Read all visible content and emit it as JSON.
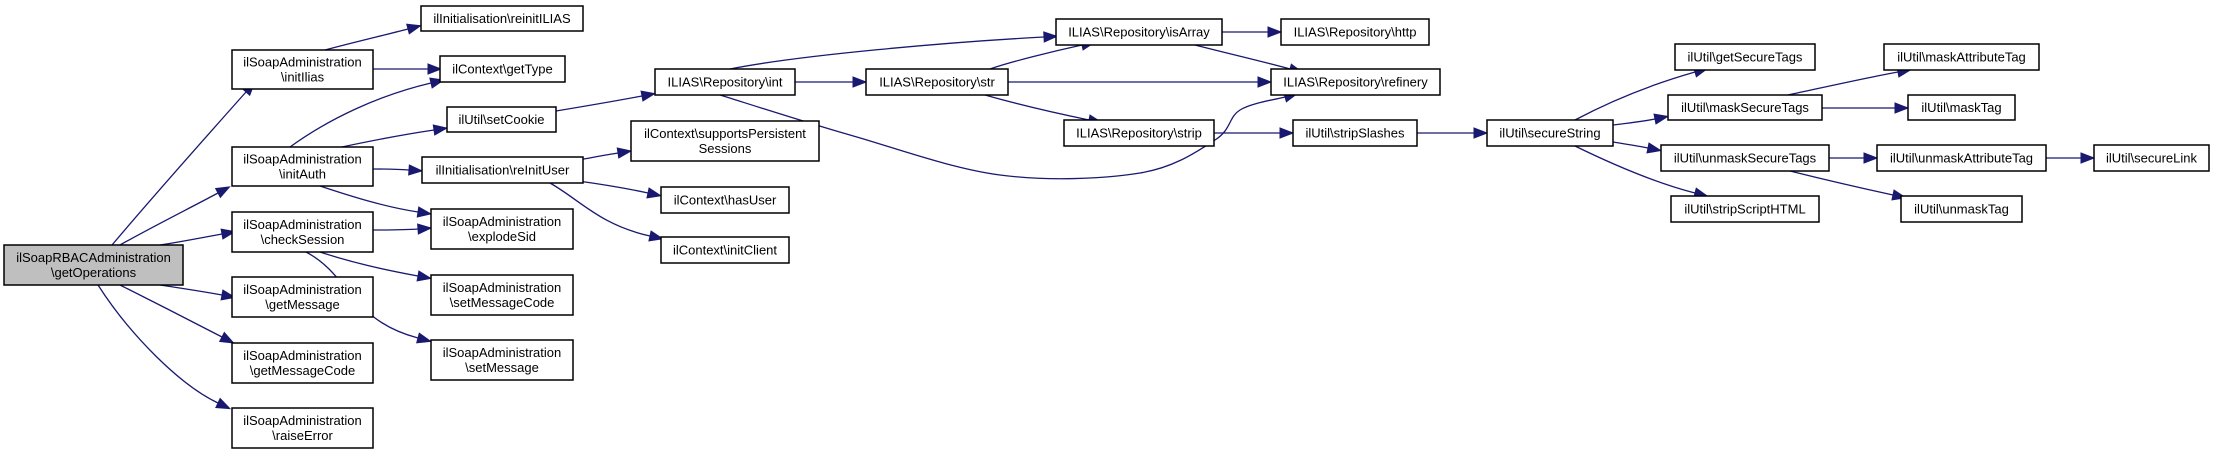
{
  "diagram": {
    "title": "ilSoapRBACAdministration\\getOperations call graph",
    "colors": {
      "edge": "#191970",
      "node_border": "#000000",
      "node_fill": "#ffffff",
      "root_fill": "#bfbfbf"
    },
    "nodes": [
      {
        "id": "root",
        "lines": [
          "ilSoapRBACAdministration",
          "\\getOperations"
        ],
        "root": true
      },
      {
        "id": "initIlias",
        "lines": [
          "ilSoapAdministration",
          "\\initIlias"
        ]
      },
      {
        "id": "initAuth",
        "lines": [
          "ilSoapAdministration",
          "\\initAuth"
        ]
      },
      {
        "id": "checkSession",
        "lines": [
          "ilSoapAdministration",
          "\\checkSession"
        ]
      },
      {
        "id": "getMessage",
        "lines": [
          "ilSoapAdministration",
          "\\getMessage"
        ]
      },
      {
        "id": "getMessageCode",
        "lines": [
          "ilSoapAdministration",
          "\\getMessageCode"
        ]
      },
      {
        "id": "raiseError",
        "lines": [
          "ilSoapAdministration",
          "\\raiseError"
        ]
      },
      {
        "id": "reinitILIAS",
        "lines": [
          "ilInitialisation\\reinitILIAS"
        ]
      },
      {
        "id": "getType",
        "lines": [
          "ilContext\\getType"
        ]
      },
      {
        "id": "setCookie",
        "lines": [
          "ilUtil\\setCookie"
        ]
      },
      {
        "id": "reInitUser",
        "lines": [
          "ilInitialisation\\reInitUser"
        ]
      },
      {
        "id": "explodeSid",
        "lines": [
          "ilSoapAdministration",
          "\\explodeSid"
        ]
      },
      {
        "id": "setMessageCode",
        "lines": [
          "ilSoapAdministration",
          "\\setMessageCode"
        ]
      },
      {
        "id": "setMessage",
        "lines": [
          "ilSoapAdministration",
          "\\setMessage"
        ]
      },
      {
        "id": "int",
        "lines": [
          "ILIAS\\Repository\\int"
        ]
      },
      {
        "id": "supportsPersistentSessions",
        "lines": [
          "ilContext\\supportsPersistent",
          "Sessions"
        ]
      },
      {
        "id": "hasUser",
        "lines": [
          "ilContext\\hasUser"
        ]
      },
      {
        "id": "initClient",
        "lines": [
          "ilContext\\initClient"
        ]
      },
      {
        "id": "str",
        "lines": [
          "ILIAS\\Repository\\str"
        ]
      },
      {
        "id": "isArray",
        "lines": [
          "ILIAS\\Repository\\isArray"
        ]
      },
      {
        "id": "strip",
        "lines": [
          "ILIAS\\Repository\\strip"
        ]
      },
      {
        "id": "http",
        "lines": [
          "ILIAS\\Repository\\http"
        ]
      },
      {
        "id": "refinery",
        "lines": [
          "ILIAS\\Repository\\refinery"
        ]
      },
      {
        "id": "stripSlashes",
        "lines": [
          "ilUtil\\stripSlashes"
        ]
      },
      {
        "id": "secureString",
        "lines": [
          "ilUtil\\secureString"
        ]
      },
      {
        "id": "getSecureTags",
        "lines": [
          "ilUtil\\getSecureTags"
        ]
      },
      {
        "id": "maskSecureTags",
        "lines": [
          "ilUtil\\maskSecureTags"
        ]
      },
      {
        "id": "unmaskSecureTags",
        "lines": [
          "ilUtil\\unmaskSecureTags"
        ]
      },
      {
        "id": "stripScriptHTML",
        "lines": [
          "ilUtil\\stripScriptHTML"
        ]
      },
      {
        "id": "maskAttributeTag",
        "lines": [
          "ilUtil\\maskAttributeTag"
        ]
      },
      {
        "id": "maskTag",
        "lines": [
          "ilUtil\\maskTag"
        ]
      },
      {
        "id": "unmaskAttributeTag",
        "lines": [
          "ilUtil\\unmaskAttributeTag"
        ]
      },
      {
        "id": "secureLink",
        "lines": [
          "ilUtil\\secureLink"
        ]
      },
      {
        "id": "unmaskTag",
        "lines": [
          "ilUtil\\unmaskTag"
        ]
      }
    ],
    "edges": [
      {
        "from": "root",
        "to": "initIlias"
      },
      {
        "from": "root",
        "to": "initAuth"
      },
      {
        "from": "root",
        "to": "checkSession"
      },
      {
        "from": "root",
        "to": "getMessage"
      },
      {
        "from": "root",
        "to": "getMessageCode"
      },
      {
        "from": "root",
        "to": "raiseError"
      },
      {
        "from": "initIlias",
        "to": "reinitILIAS"
      },
      {
        "from": "initIlias",
        "to": "getType"
      },
      {
        "from": "initAuth",
        "to": "getType"
      },
      {
        "from": "initAuth",
        "to": "setCookie"
      },
      {
        "from": "initAuth",
        "to": "reInitUser"
      },
      {
        "from": "initAuth",
        "to": "explodeSid"
      },
      {
        "from": "checkSession",
        "to": "explodeSid"
      },
      {
        "from": "checkSession",
        "to": "setMessageCode"
      },
      {
        "from": "checkSession",
        "to": "setMessage"
      },
      {
        "from": "setCookie",
        "to": "int"
      },
      {
        "from": "reInitUser",
        "to": "supportsPersistentSessions"
      },
      {
        "from": "reInitUser",
        "to": "hasUser"
      },
      {
        "from": "reInitUser",
        "to": "initClient"
      },
      {
        "from": "int",
        "to": "isArray"
      },
      {
        "from": "int",
        "to": "str"
      },
      {
        "from": "int",
        "to": "refinery"
      },
      {
        "from": "str",
        "to": "isArray"
      },
      {
        "from": "str",
        "to": "refinery"
      },
      {
        "from": "str",
        "to": "strip"
      },
      {
        "from": "isArray",
        "to": "http"
      },
      {
        "from": "isArray",
        "to": "refinery"
      },
      {
        "from": "strip",
        "to": "stripSlashes"
      },
      {
        "from": "stripSlashes",
        "to": "secureString"
      },
      {
        "from": "secureString",
        "to": "getSecureTags"
      },
      {
        "from": "secureString",
        "to": "maskSecureTags"
      },
      {
        "from": "secureString",
        "to": "unmaskSecureTags"
      },
      {
        "from": "secureString",
        "to": "stripScriptHTML"
      },
      {
        "from": "maskSecureTags",
        "to": "maskAttributeTag"
      },
      {
        "from": "maskSecureTags",
        "to": "maskTag"
      },
      {
        "from": "unmaskSecureTags",
        "to": "unmaskAttributeTag"
      },
      {
        "from": "unmaskSecureTags",
        "to": "unmaskTag"
      },
      {
        "from": "unmaskAttributeTag",
        "to": "secureLink"
      }
    ]
  }
}
